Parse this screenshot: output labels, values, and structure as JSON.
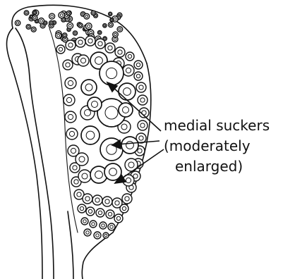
{
  "figure": {
    "annotation": {
      "lines": [
        "medial suckers",
        "(moderately",
        "enlarged)"
      ]
    },
    "colors": {
      "ink": "#111111",
      "background": "#ffffff"
    },
    "structure": [
      "club-outline",
      "sucker-field",
      "medial-suckers",
      "pointer-arrows"
    ]
  }
}
